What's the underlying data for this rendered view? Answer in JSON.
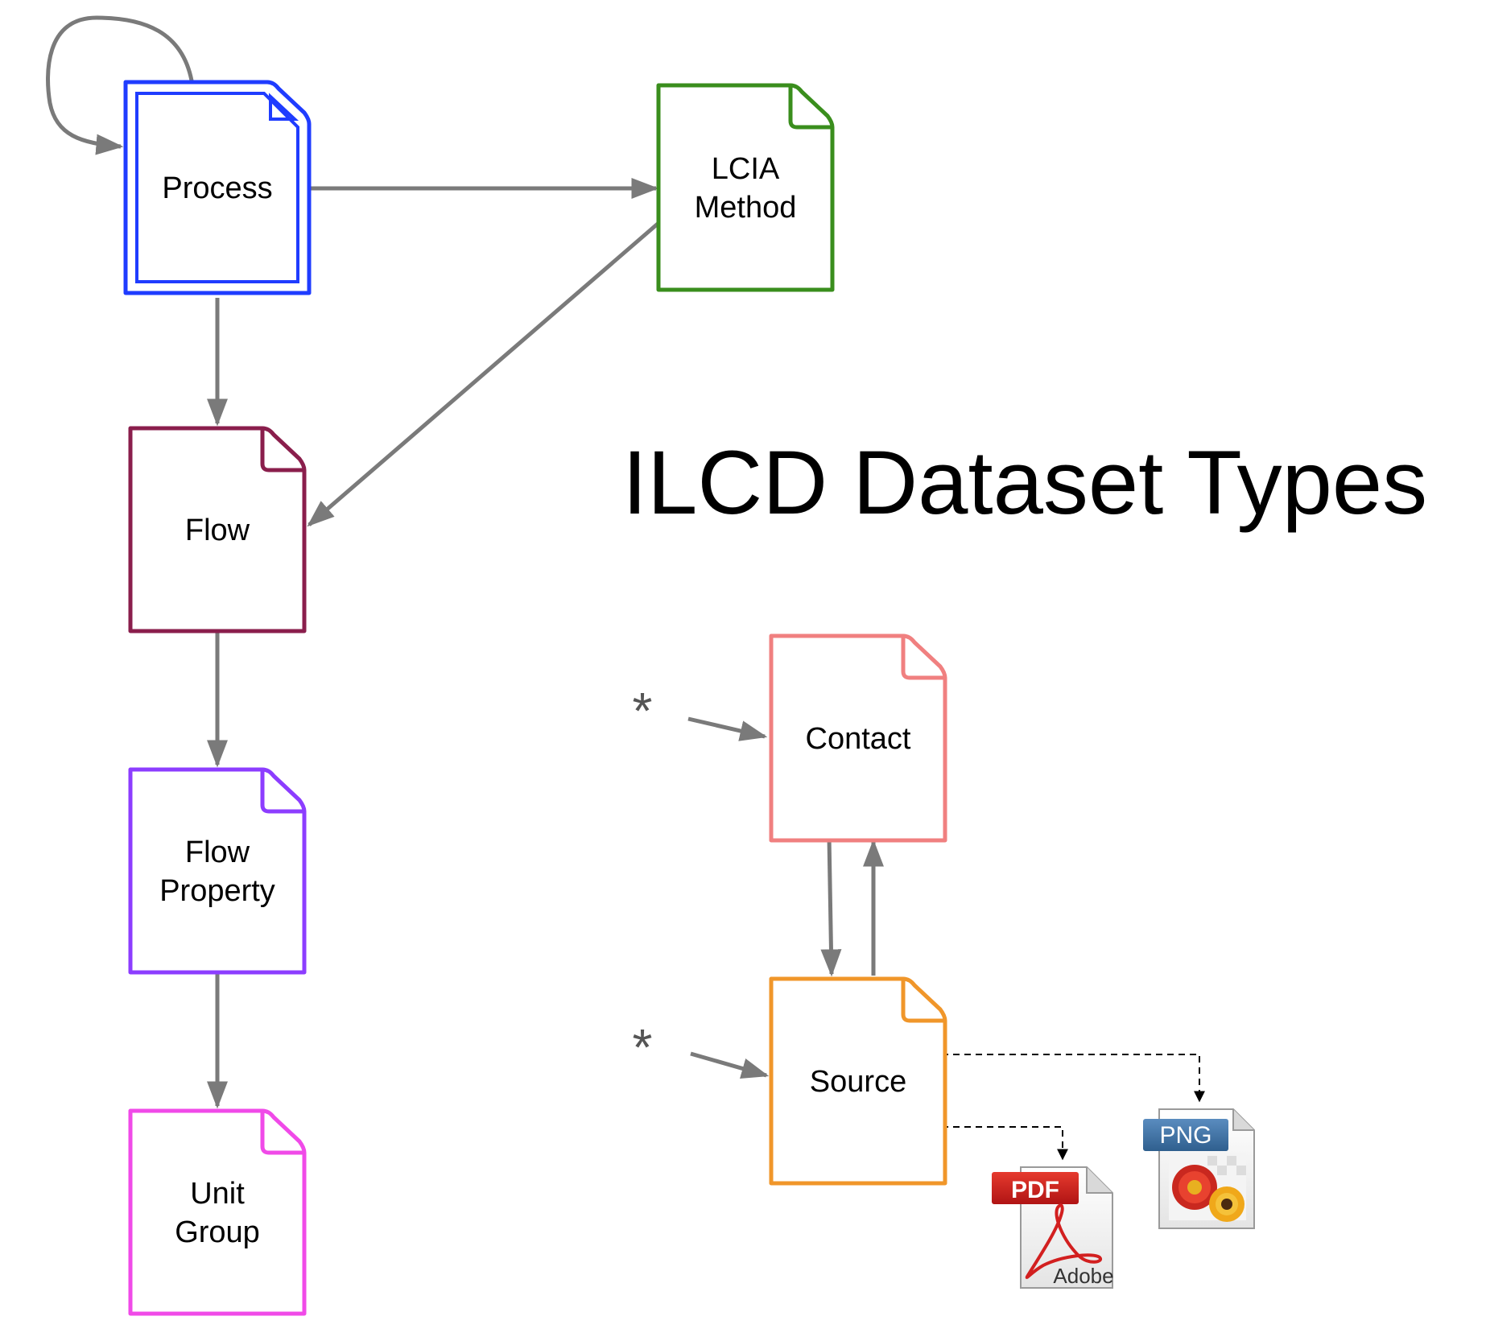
{
  "title": "ILCD Dataset Types",
  "nodes": [
    {
      "id": "process",
      "lines": [
        "Process"
      ],
      "color": "#1f3cff",
      "style": "double"
    },
    {
      "id": "lcia",
      "lines": [
        "LCIA",
        "Method"
      ],
      "color": "#3a8e1d",
      "style": "single"
    },
    {
      "id": "flow",
      "lines": [
        "Flow"
      ],
      "color": "#8a1e4c",
      "style": "single"
    },
    {
      "id": "flowprop",
      "lines": [
        "Flow",
        "Property"
      ],
      "color": "#8c3dff",
      "style": "single"
    },
    {
      "id": "unitgroup",
      "lines": [
        "Unit",
        "Group"
      ],
      "color": "#f04ae8",
      "style": "single"
    },
    {
      "id": "contact",
      "lines": [
        "Contact"
      ],
      "color": "#f08080",
      "style": "single"
    },
    {
      "id": "source",
      "lines": [
        "Source"
      ],
      "color": "#f0962a",
      "style": "single"
    }
  ],
  "edges": [
    {
      "from": "process",
      "to": "process",
      "kind": "self-loop"
    },
    {
      "from": "process",
      "to": "lcia"
    },
    {
      "from": "lcia",
      "to": "flow"
    },
    {
      "from": "process",
      "to": "flow"
    },
    {
      "from": "flow",
      "to": "flowprop"
    },
    {
      "from": "flowprop",
      "to": "unitgroup"
    },
    {
      "from": "contact",
      "to": "source"
    },
    {
      "from": "source",
      "to": "contact"
    },
    {
      "from": "*",
      "to": "contact"
    },
    {
      "from": "*",
      "to": "source"
    },
    {
      "from": "source",
      "to": "png-file",
      "kind": "dashed"
    },
    {
      "from": "source",
      "to": "pdf-file",
      "kind": "dashed"
    }
  ],
  "wildcard_label": "*",
  "files": {
    "pdf": {
      "badge": "PDF",
      "brand": "Adobe",
      "badge_color": "#d21f1f"
    },
    "png": {
      "badge": "PNG",
      "badge_color": "#3c6e9c"
    }
  },
  "colors": {
    "arrow": "#7a7a7a",
    "dashed": "#000000"
  }
}
